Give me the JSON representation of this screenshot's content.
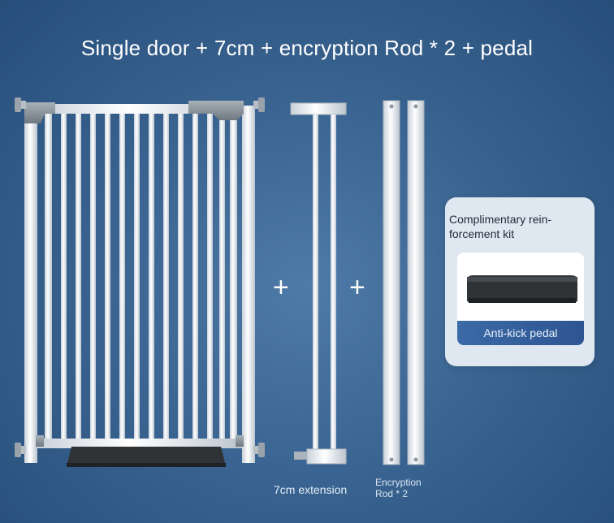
{
  "title": "Single door + 7cm + encryption Rod * 2 + pedal",
  "plus_sign": "+",
  "extension_caption": "7cm extension",
  "rod_caption_line1": "Encryption",
  "rod_caption_line2": "Rod * 2",
  "kit": {
    "title_line1": "Complimentary rein-",
    "title_line2": "forcement kit",
    "pedal_label": "Anti-kick pedal"
  },
  "colors": {
    "background": "#3a6491",
    "gate_frame": "#f4f6f8",
    "gate_hardware": "#8a929b",
    "pedal": "#2f3336",
    "kit_panel": "#dfe8f1",
    "kit_label": "#3b6aa6"
  },
  "icons": [
    "plus-icon",
    "plus-icon"
  ]
}
